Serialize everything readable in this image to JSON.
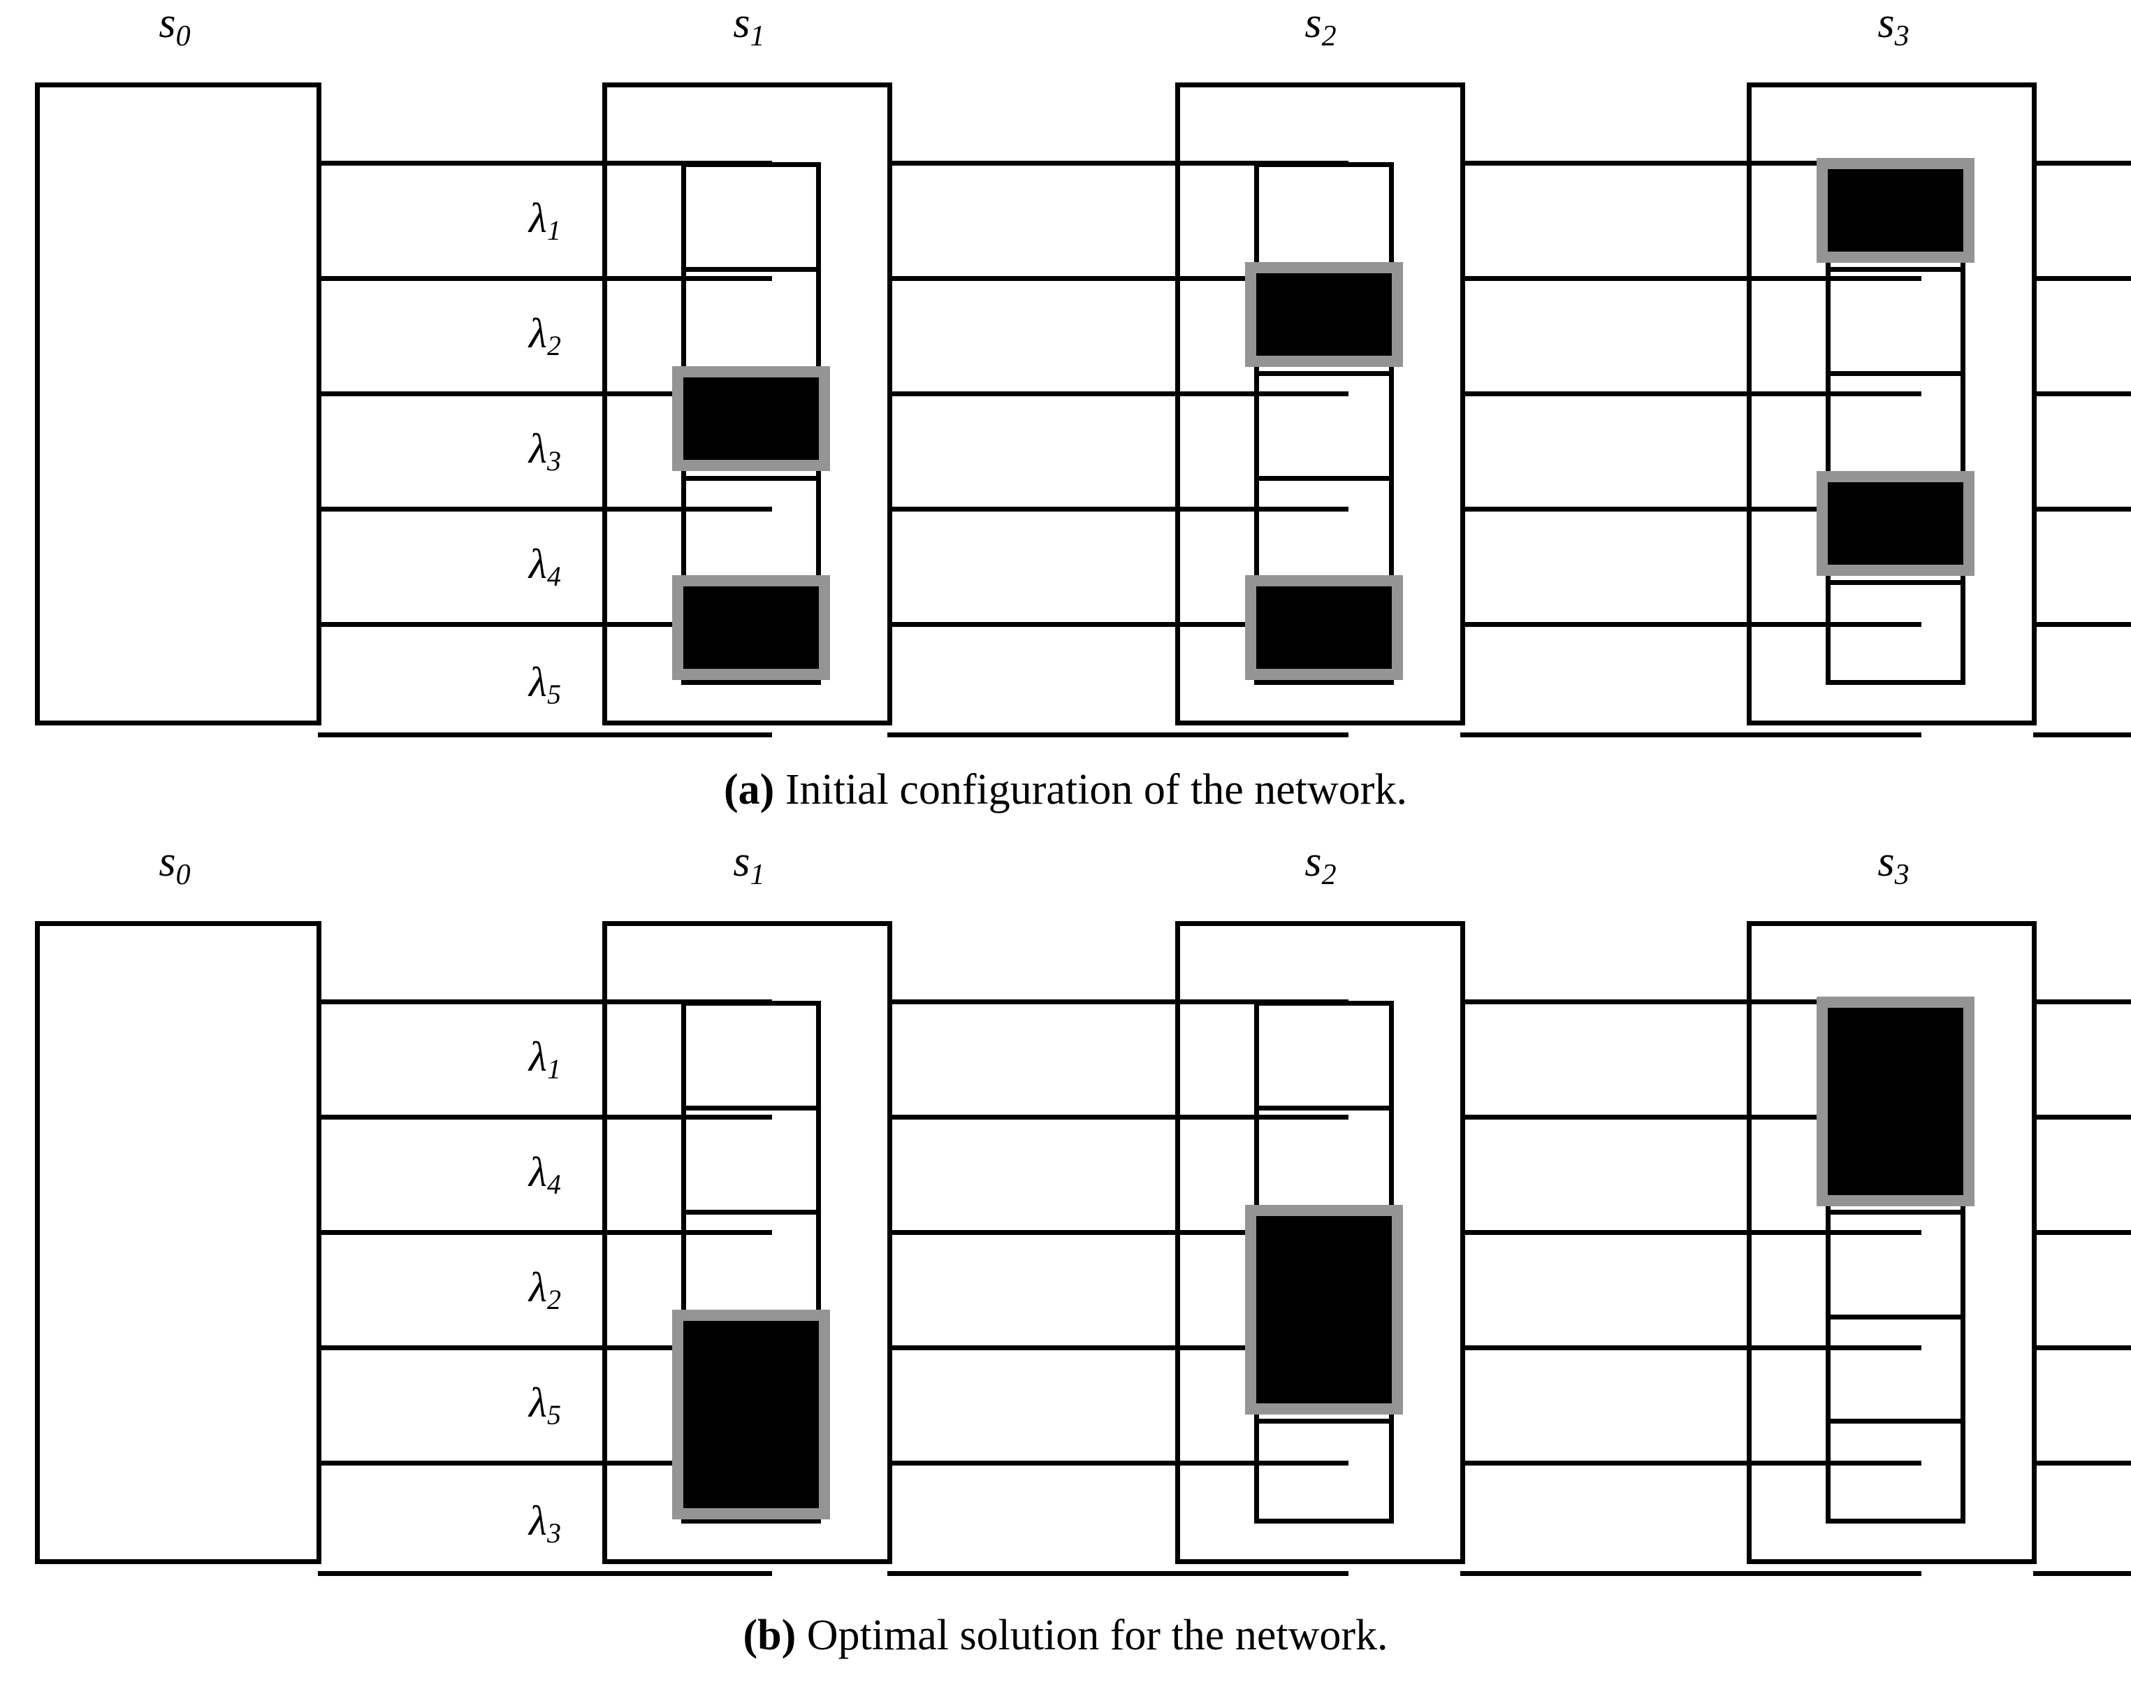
{
  "colors": {
    "stroke": "#000000",
    "block_frame": "#949494",
    "block_fill": "#000000",
    "background": "#ffffff"
  },
  "figures": [
    {
      "id": "a",
      "caption_marker": "(a)",
      "caption_text": " Initial configuration of the network.",
      "nodes": [
        {
          "name": "s",
          "sub": "0",
          "label": "s0"
        },
        {
          "name": "s",
          "sub": "1",
          "label": "s1"
        },
        {
          "name": "s",
          "sub": "2",
          "label": "s2"
        },
        {
          "name": "s",
          "sub": "3",
          "label": "s3"
        }
      ],
      "wavelength_rows": [
        {
          "name": "λ",
          "sub": "1"
        },
        {
          "name": "λ",
          "sub": "2"
        },
        {
          "name": "λ",
          "sub": "3"
        },
        {
          "name": "λ",
          "sub": "4"
        },
        {
          "name": "λ",
          "sub": "5"
        }
      ],
      "slot_count": 5,
      "occupancy": {
        "s1": [
          {
            "start": 3,
            "span": 1
          },
          {
            "start": 5,
            "span": 1
          }
        ],
        "s2": [
          {
            "start": 2,
            "span": 1
          },
          {
            "start": 5,
            "span": 1
          }
        ],
        "s3": [
          {
            "start": 1,
            "span": 1
          },
          {
            "start": 4,
            "span": 1
          }
        ]
      }
    },
    {
      "id": "b",
      "caption_marker": "(b)",
      "caption_text": " Optimal solution for the network.",
      "nodes": [
        {
          "name": "s",
          "sub": "0",
          "label": "s0"
        },
        {
          "name": "s",
          "sub": "1",
          "label": "s1"
        },
        {
          "name": "s",
          "sub": "2",
          "label": "s2"
        },
        {
          "name": "s",
          "sub": "3",
          "label": "s3"
        }
      ],
      "wavelength_rows": [
        {
          "name": "λ",
          "sub": "1"
        },
        {
          "name": "λ",
          "sub": "4"
        },
        {
          "name": "λ",
          "sub": "2"
        },
        {
          "name": "λ",
          "sub": "5"
        },
        {
          "name": "λ",
          "sub": "3"
        }
      ],
      "slot_count": 5,
      "occupancy": {
        "s1": [
          {
            "start": 4,
            "span": 2
          }
        ],
        "s2": [
          {
            "start": 3,
            "span": 2
          }
        ],
        "s3": [
          {
            "start": 1,
            "span": 2
          }
        ]
      }
    }
  ]
}
